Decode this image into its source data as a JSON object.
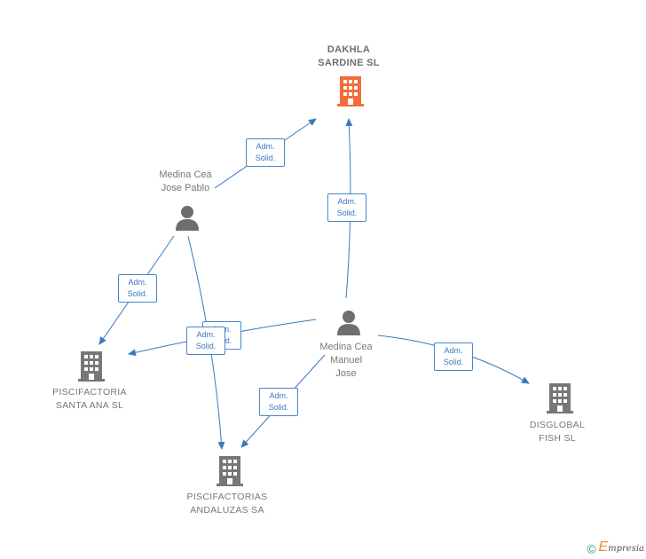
{
  "colors": {
    "edge": "#3b78c0",
    "company": "#777777",
    "highlight": "#f26c3c",
    "person": "#6e6e6e"
  },
  "nodes": {
    "dakhla": {
      "label": "DAKHLA\nSARDINE  SL",
      "icon": "building-icon",
      "highlight": true
    },
    "jose_pablo": {
      "label": "Medina Cea\nJose Pablo",
      "icon": "person-icon"
    },
    "manuel_jose": {
      "label": "Medina Cea\nManuel\nJose",
      "icon": "person-icon"
    },
    "santa_ana": {
      "label": "PISCIFACTORIA\nSANTA ANA SL",
      "icon": "building-icon"
    },
    "andaluzas": {
      "label": "PISCIFACTORIAS\nANDALUZAS SA",
      "icon": "building-icon"
    },
    "disglobal": {
      "label": "DISGLOBAL\nFISH  SL",
      "icon": "building-icon"
    }
  },
  "edges": [
    {
      "from": "jose_pablo",
      "to": "dakhla",
      "label": "Adm.\nSolid."
    },
    {
      "from": "manuel_jose",
      "to": "dakhla",
      "label": "Adm.\nSolid."
    },
    {
      "from": "jose_pablo",
      "to": "santa_ana",
      "label": "Adm.\nSolid."
    },
    {
      "from": "jose_pablo",
      "to": "andaluzas",
      "label": "Adm.\nSolid."
    },
    {
      "from": "manuel_jose",
      "to": "santa_ana",
      "label": "Adm.\nSolid."
    },
    {
      "from": "manuel_jose",
      "to": "andaluzas",
      "label": "Adm.\nSolid."
    },
    {
      "from": "manuel_jose",
      "to": "disglobal",
      "label": "Adm.\nSolid."
    }
  ],
  "footer": {
    "copyright": "©",
    "brand_initial": "E",
    "brand_rest": "mpresia"
  }
}
